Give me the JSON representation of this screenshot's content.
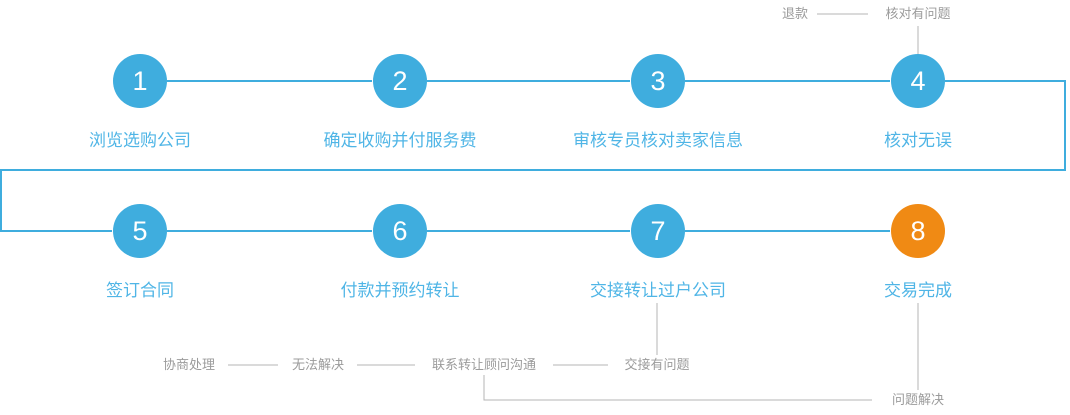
{
  "diagram": {
    "title_colors": {
      "node_blue": "#3FADDE",
      "node_orange": "#F08A14",
      "label_blue": "#4FB5E6",
      "annotation_gray": "#9B9B9B",
      "wire_blue": "#3FADDE",
      "wire_gray": "#B5B5B5",
      "background": "#FFFFFF"
    },
    "steps": [
      {
        "number": "1",
        "label": "浏览选购公司",
        "row": 1,
        "accent": false
      },
      {
        "number": "2",
        "label": "确定收购并付服务费",
        "row": 1,
        "accent": false
      },
      {
        "number": "3",
        "label": "审核专员核对卖家信息",
        "row": 1,
        "accent": false
      },
      {
        "number": "4",
        "label": "核对无误",
        "row": 1,
        "accent": false
      },
      {
        "number": "5",
        "label": "签订合同",
        "row": 2,
        "accent": false
      },
      {
        "number": "6",
        "label": "付款并预约转让",
        "row": 2,
        "accent": false
      },
      {
        "number": "7",
        "label": "交接转让过户公司",
        "row": 2,
        "accent": false
      },
      {
        "number": "8",
        "label": "交易完成",
        "row": 2,
        "accent": true
      }
    ],
    "annotations": {
      "top": [
        {
          "id": "refund",
          "text": "退款"
        },
        {
          "id": "check-has-problem",
          "text": "核对有问题"
        }
      ],
      "bottom": [
        {
          "id": "negotiate",
          "text": "协商处理"
        },
        {
          "id": "cannot-resolve",
          "text": "无法解决"
        },
        {
          "id": "contact-advisor",
          "text": "联系转让顾问沟通"
        },
        {
          "id": "handover-problem",
          "text": "交接有问题"
        },
        {
          "id": "problem-resolved",
          "text": "问题解决"
        }
      ]
    }
  }
}
